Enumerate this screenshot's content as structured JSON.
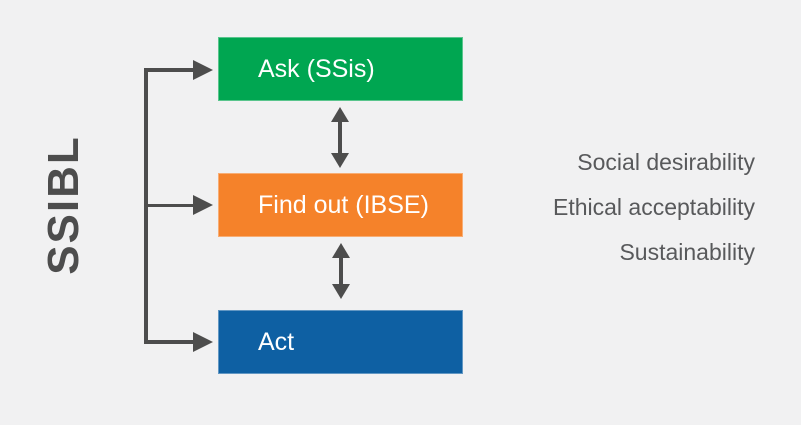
{
  "diagram": {
    "title": "SSIBL",
    "background": "#f1f1f2",
    "connector_color": "#4d4d4d",
    "principles_text_color": "#58595b"
  },
  "boxes": [
    {
      "label": "Ask (SSis)",
      "color": "#00a651"
    },
    {
      "label": "Find out (IBSE)",
      "color": "#f5822a"
    },
    {
      "label": "Act",
      "color": "#0e60a3"
    }
  ],
  "principles": [
    "Social desirability",
    "Ethical acceptability",
    "Sustainability"
  ]
}
